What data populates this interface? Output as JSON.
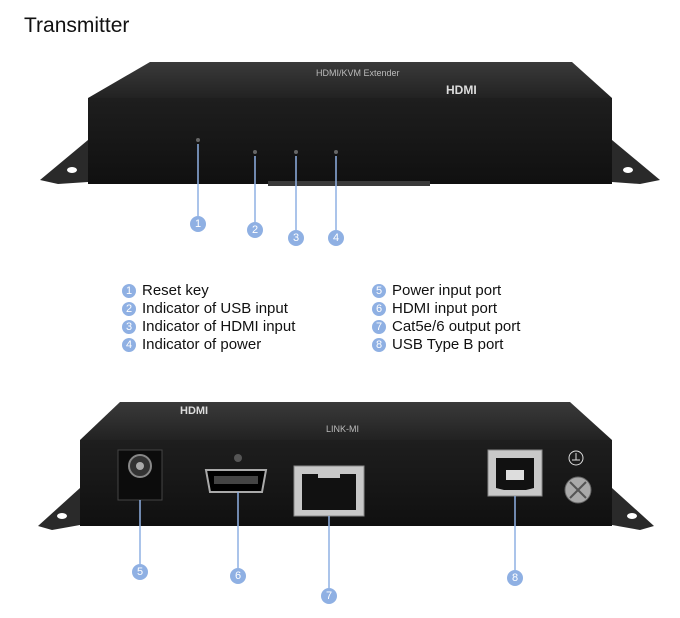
{
  "title": "Transmitter",
  "device_top_text": {
    "brand": "LINK-MI",
    "model": "HDMI/KVM Extender",
    "role": "Transmitter",
    "hdmi_logo": "HDMI"
  },
  "legend_left": [
    {
      "num": "1",
      "label": "Reset key"
    },
    {
      "num": "2",
      "label": "Indicator of USB input"
    },
    {
      "num": "3",
      "label": "Indicator of HDMI input"
    },
    {
      "num": "4",
      "label": "Indicator of power"
    }
  ],
  "legend_right": [
    {
      "num": "5",
      "label": "Power input port"
    },
    {
      "num": "6",
      "label": "HDMI input port"
    },
    {
      "num": "7",
      "label": "Cat5e/6 output port"
    },
    {
      "num": "8",
      "label": "USB Type B port"
    }
  ],
  "callouts_top": [
    "1",
    "2",
    "3",
    "4"
  ],
  "callouts_bottom": [
    "5",
    "6",
    "7",
    "8"
  ],
  "colors": {
    "callout": "#8fb0e3",
    "device": "#1c1c1c"
  }
}
